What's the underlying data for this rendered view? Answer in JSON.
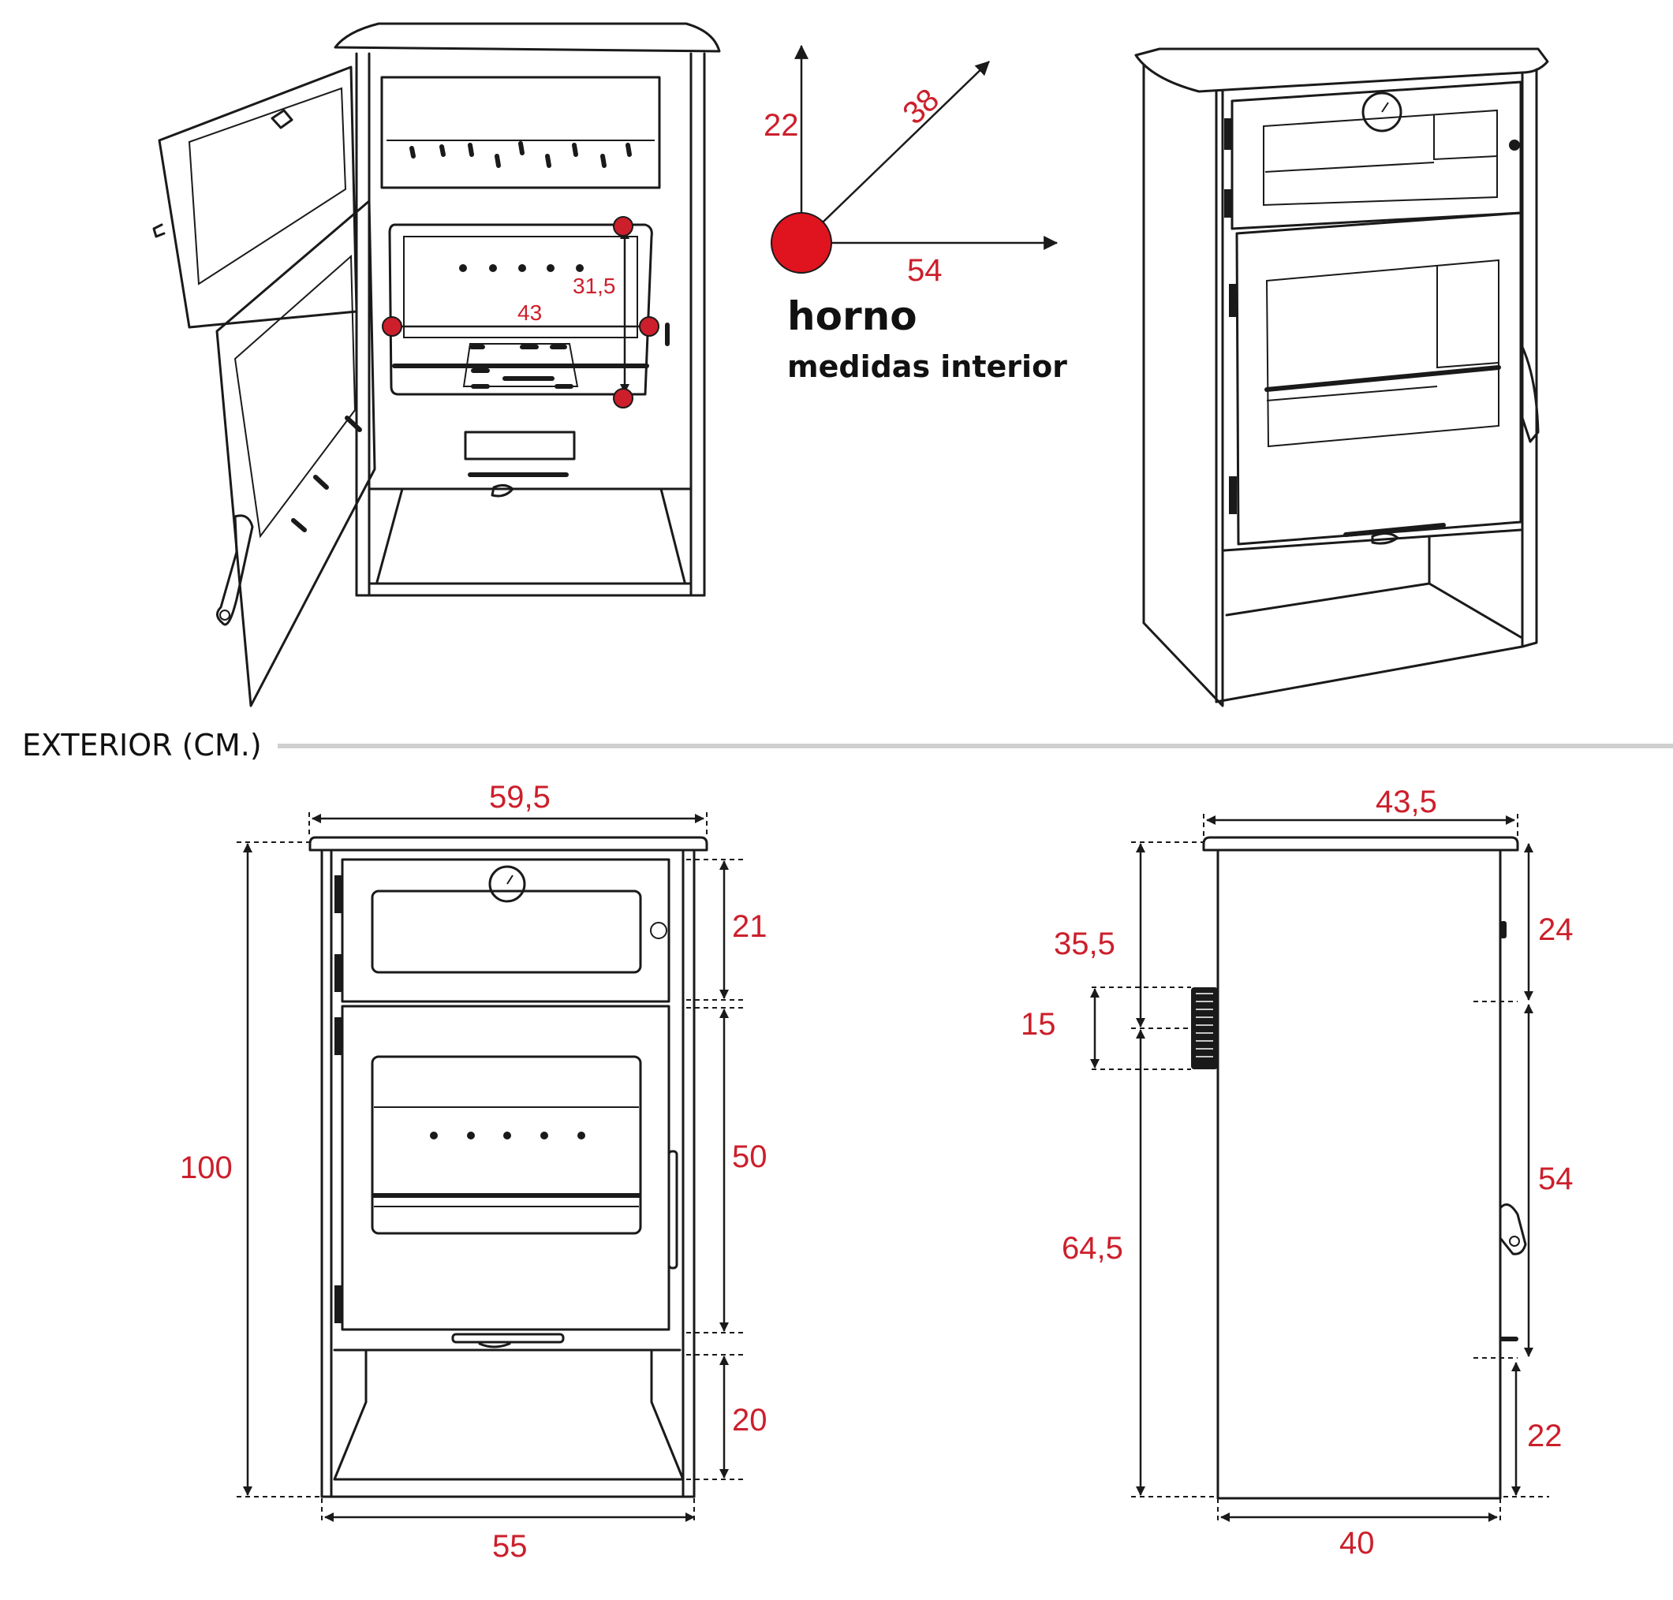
{
  "legend": {
    "title": "horno",
    "subtitle": "medidas interior",
    "axis_height": "22",
    "axis_depth": "38",
    "axis_width": "54",
    "accent_color": "#cc1f2b"
  },
  "oven_interior": {
    "height": "31,5",
    "width": "43"
  },
  "section": {
    "label": "EXTERIOR (CM.)"
  },
  "front_view": {
    "top_width": "59,5",
    "total_height": "100",
    "oven_door_height": "21",
    "fire_door_height": "50",
    "wood_store_height": "20",
    "base_width": "55"
  },
  "side_view": {
    "top_width": "43,5",
    "upper_height": "35,5",
    "flue_diameter": "15",
    "lower_height": "64,5",
    "oven_height": "24",
    "firebox_height": "54",
    "bottom_height": "22",
    "base_depth": "40"
  }
}
